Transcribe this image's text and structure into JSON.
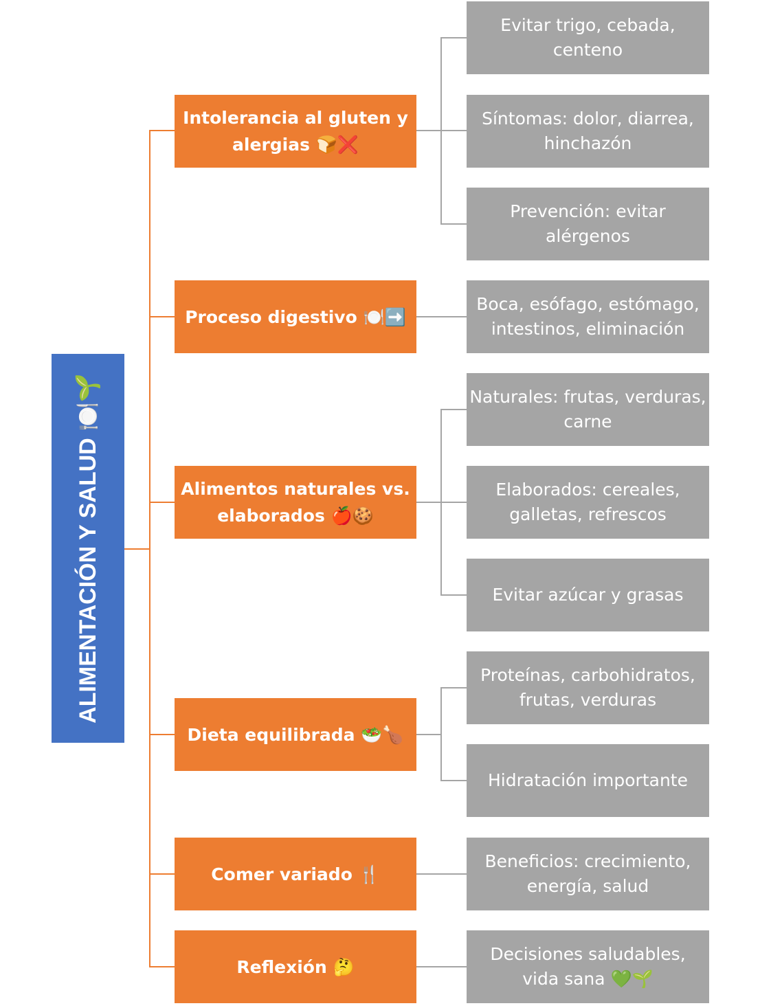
{
  "root": {
    "title": "ALIMENTACIÓN Y SALUD 🍽️🌱"
  },
  "categories": [
    {
      "label": "Intolerancia al gluten y alergias 🍞❌",
      "children": [
        "Evitar trigo, cebada, centeno",
        "Síntomas: dolor, diarrea, hinchazón",
        "Prevención: evitar alérgenos"
      ]
    },
    {
      "label": "Proceso digestivo 🍽️➡️",
      "children": [
        "Boca, esófago, estómago, intestinos, eliminación"
      ]
    },
    {
      "label": "Alimentos naturales vs. elaborados 🍎🍪",
      "children": [
        "Naturales: frutas, verduras, carne",
        "Elaborados: cereales, galletas, refrescos",
        "Evitar azúcar y grasas"
      ]
    },
    {
      "label": "Dieta equilibrada 🥗🍗",
      "children": [
        "Proteínas, carbohidratos, frutas, verduras",
        "Hidratación importante"
      ]
    },
    {
      "label": "Comer variado 🍴",
      "children": [
        "Beneficios: crecimiento, energía, salud"
      ]
    },
    {
      "label": "Reflexión 🤔",
      "children": [
        "Decisiones saludables, vida sana 💚🌱"
      ]
    }
  ],
  "colors": {
    "root": "#4472C4",
    "category": "#ED7D31",
    "leaf": "#A5A5A5",
    "text": "#FFFFFF"
  }
}
